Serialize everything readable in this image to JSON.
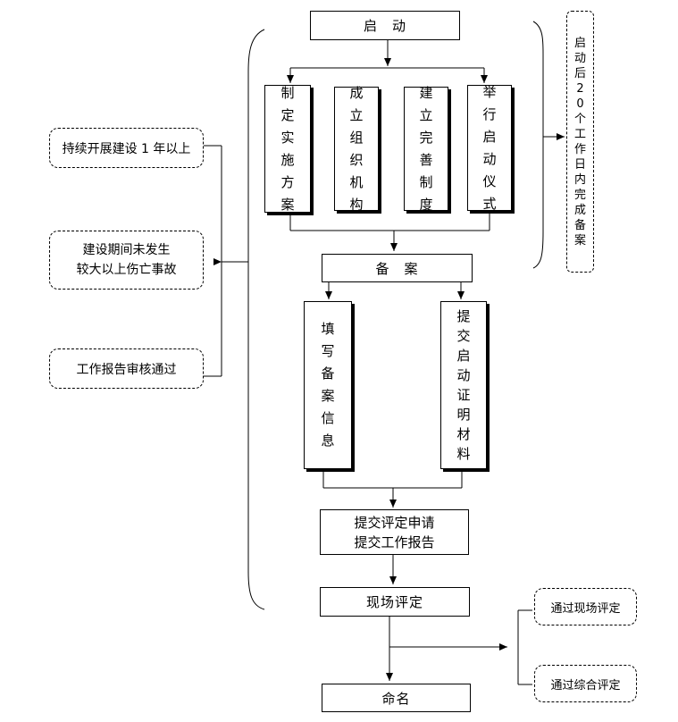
{
  "nodes": {
    "start": "启　动",
    "step1": "制\n定\n实\n施\n方\n案",
    "step2": "成\n立\n组\n织\n机\n构",
    "step3": "建\n立\n完\n善\n制\n度",
    "step4": "举\n行\n启\n动\n仪\n式",
    "record": "备　案",
    "fill_info": "填\n写\n备\n案\n信\n息",
    "submit_proof": "提\n交\n启\n动\n证\n明\n材\n料",
    "apply": "提交评定申请\n提交工作报告",
    "onsite": "现场评定",
    "naming": "命名"
  },
  "notes": {
    "deadline": "启\n动\n后\n2\n0\n个\n工\n作\n日\n内\n完\n成\n备\n案",
    "cond1": "持续开展建设 1 年以上",
    "cond2": "建设期间未发生\n较大以上伤亡事故",
    "cond3": "工作报告审核通过",
    "pass_onsite": "通过现场评定",
    "pass_overall": "通过综合评定"
  }
}
